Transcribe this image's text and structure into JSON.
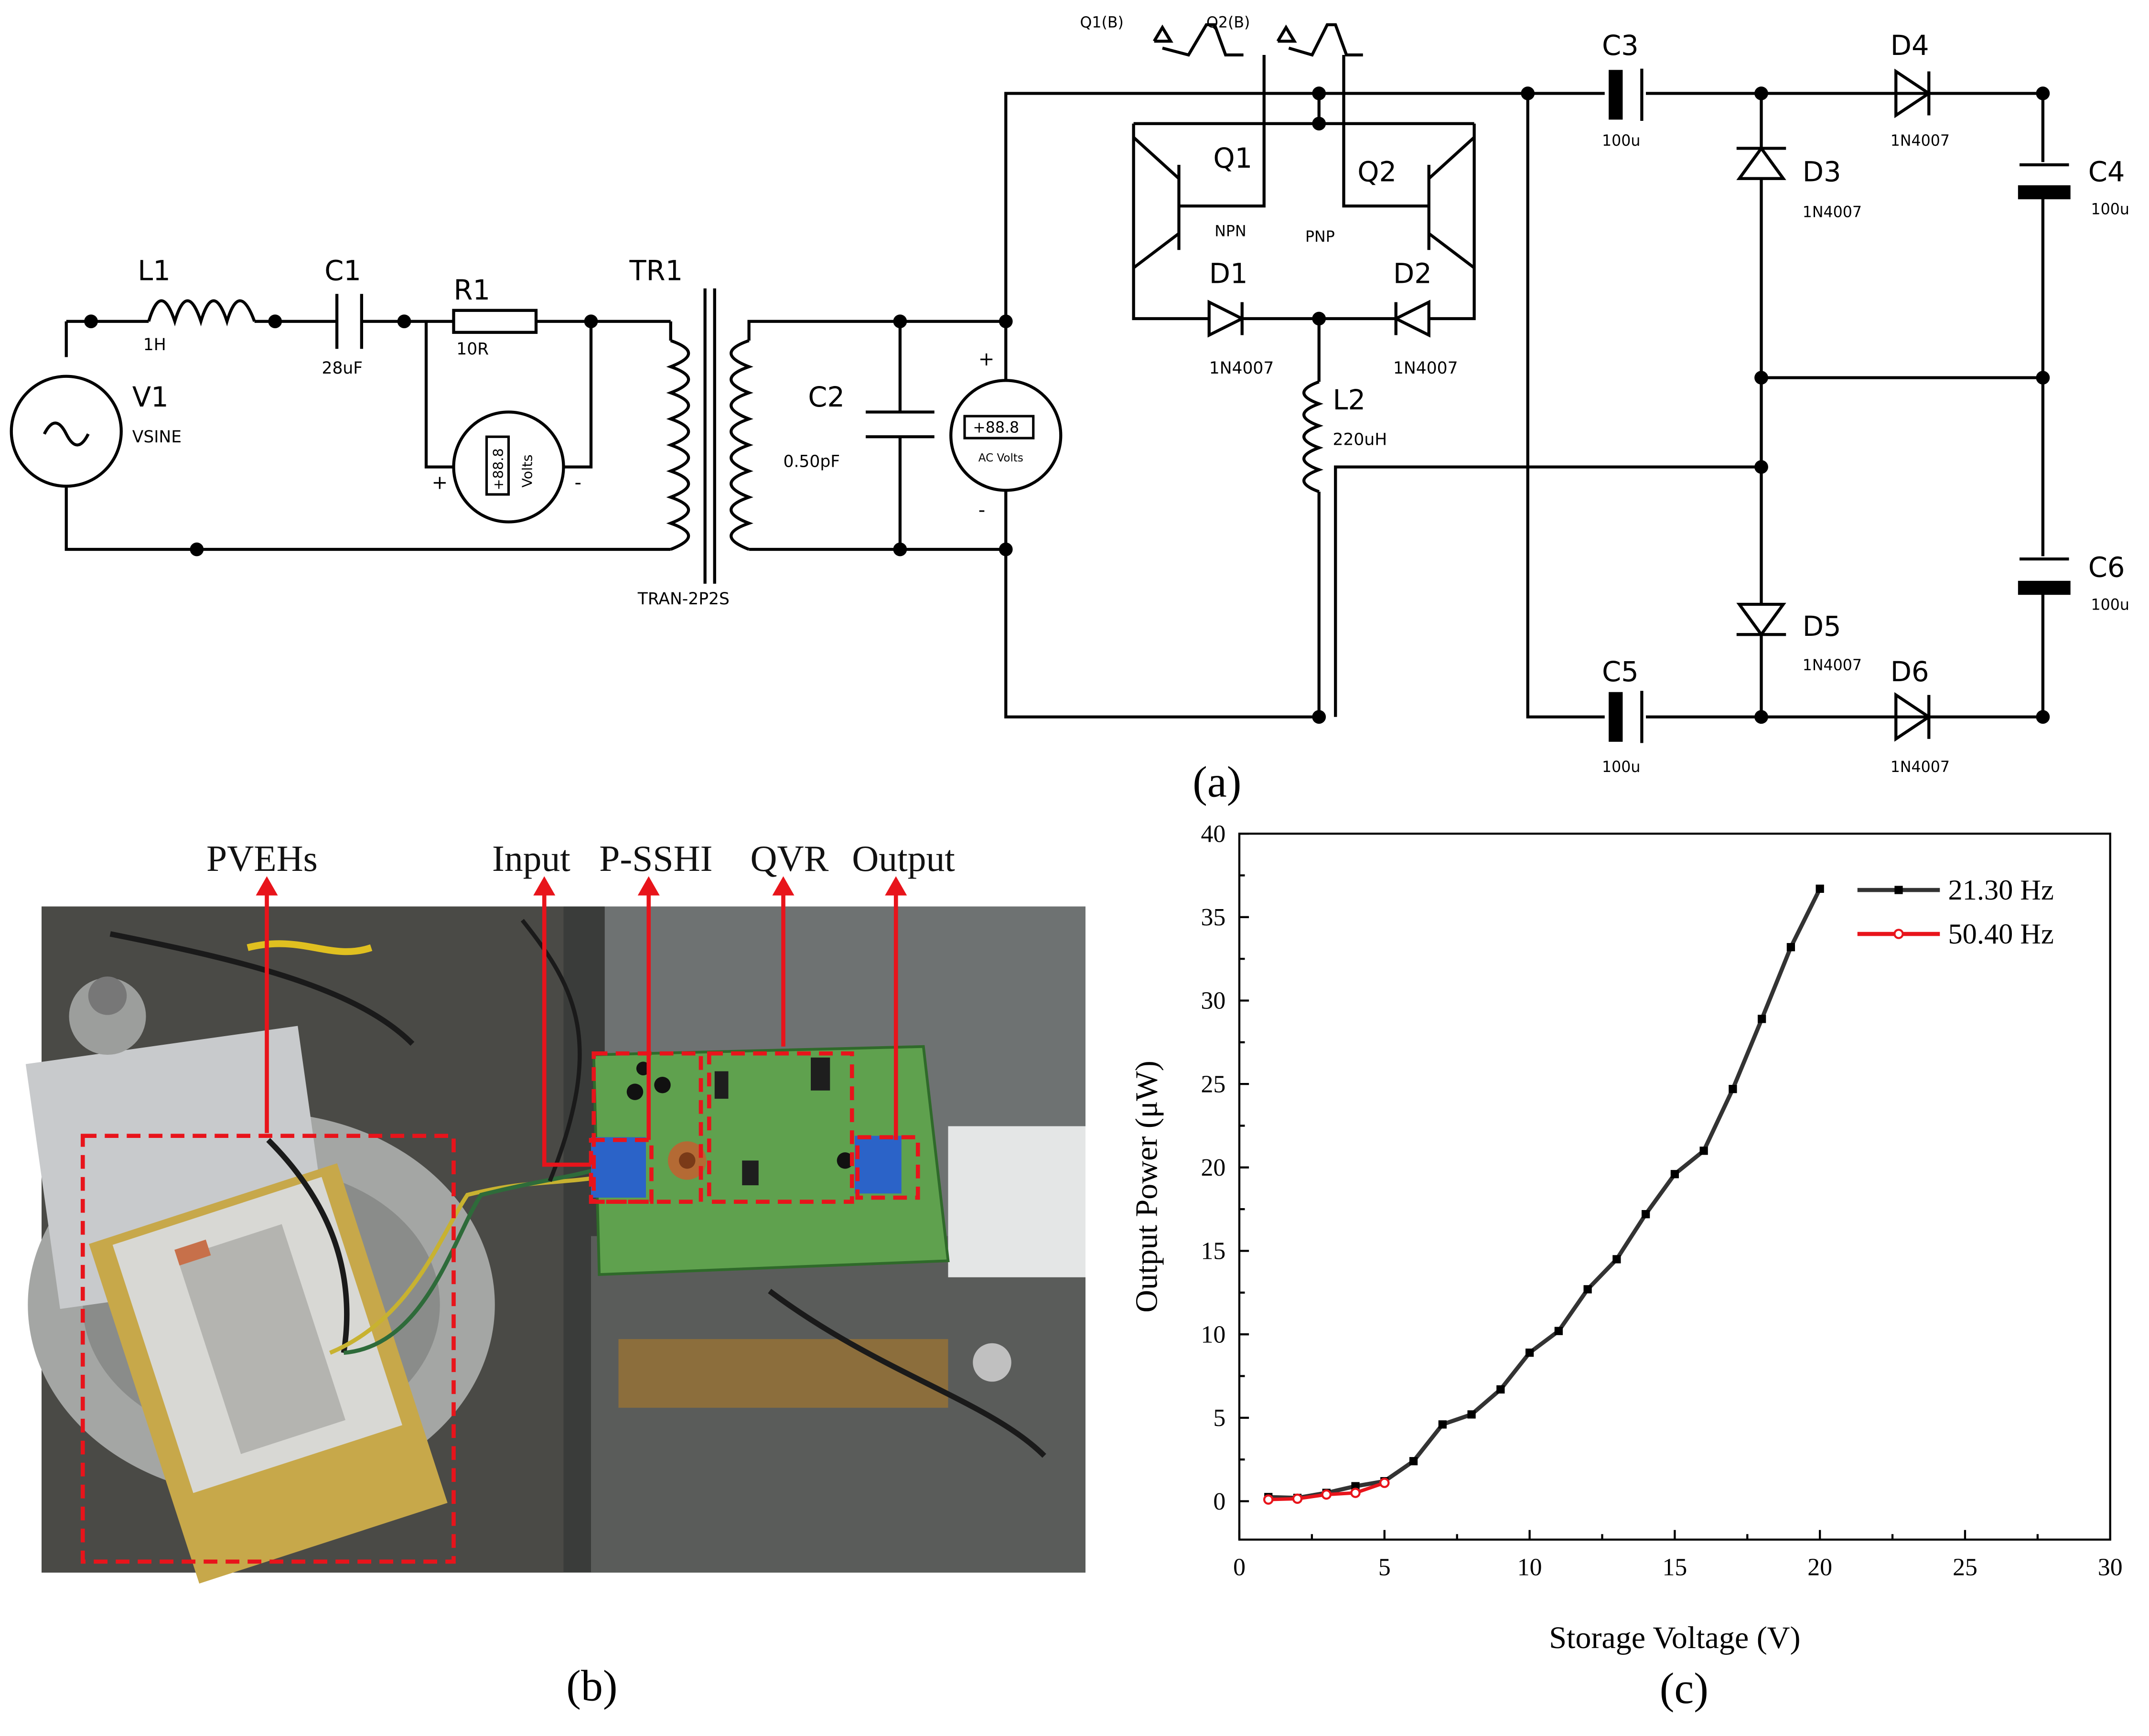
{
  "panel_a": {
    "caption": "(a)",
    "components": {
      "v1": {
        "ref": "V1",
        "value": "VSINE"
      },
      "l1": {
        "ref": "L1",
        "value": "1H"
      },
      "c1": {
        "ref": "C1",
        "value": "28uF"
      },
      "r1": {
        "ref": "R1",
        "value": "10R"
      },
      "meter1": {
        "display": "+88.8",
        "unit": "Volts",
        "plus": "+",
        "minus": "-"
      },
      "tr1": {
        "ref": "TR1",
        "value": "TRAN-2P2S"
      },
      "c2": {
        "ref": "C2",
        "value": "0.50pF"
      },
      "meter2": {
        "display": "+88.8",
        "unit": "AC Volts",
        "plus": "+",
        "minus": "-"
      },
      "q1": {
        "ref": "Q1",
        "type": "NPN",
        "base_probe": "Q1(B)"
      },
      "q2": {
        "ref": "Q2",
        "type": "PNP",
        "base_probe": "Q2(B)"
      },
      "d1": {
        "ref": "D1",
        "value": "1N4007"
      },
      "d2": {
        "ref": "D2",
        "value": "1N4007"
      },
      "l2": {
        "ref": "L2",
        "value": "220uH"
      },
      "c3": {
        "ref": "C3",
        "value": "100u"
      },
      "c4": {
        "ref": "C4",
        "value": "100u"
      },
      "c5": {
        "ref": "C5",
        "value": "100u"
      },
      "c6": {
        "ref": "C6",
        "value": "100u"
      },
      "d3": {
        "ref": "D3",
        "value": "1N4007"
      },
      "d4": {
        "ref": "D4",
        "value": "1N4007"
      },
      "d5": {
        "ref": "D5",
        "value": "1N4007"
      },
      "d6": {
        "ref": "D6",
        "value": "1N4007"
      }
    }
  },
  "panel_b": {
    "caption": "(b)",
    "labels": [
      "PVEHs",
      "Input",
      "P-SSHI",
      "QVR",
      "Output"
    ]
  },
  "panel_c": {
    "caption": "(c)",
    "xlabel": "Storage Voltage (V)",
    "ylabel": "Output Power (μW)",
    "xticks": [
      "0",
      "5",
      "10",
      "15",
      "20",
      "25",
      "30"
    ],
    "yticks": [
      "0",
      "5",
      "10",
      "15",
      "20",
      "25",
      "30",
      "35",
      "40"
    ]
  },
  "chart_data": {
    "type": "line",
    "xlabel": "Storage Voltage (V)",
    "ylabel": "Output Power (μW)",
    "xlim": [
      0,
      30
    ],
    "ylim": [
      -2.3,
      40
    ],
    "legend_position": "top-right",
    "grid": false,
    "series": [
      {
        "name": "21.30 Hz",
        "color": "#333333",
        "marker": "square",
        "x": [
          1,
          2,
          3,
          4,
          5,
          6,
          7,
          8,
          9,
          10,
          11,
          12,
          13,
          14,
          15,
          16,
          17,
          18,
          19,
          20
        ],
        "y": [
          0.25,
          0.2,
          0.5,
          0.9,
          1.2,
          2.4,
          4.6,
          5.2,
          6.7,
          8.9,
          10.2,
          12.7,
          14.5,
          17.2,
          19.6,
          21.0,
          24.7,
          28.9,
          33.2,
          36.7
        ]
      },
      {
        "name": "50.40 Hz",
        "color": "#e8141b",
        "marker": "circle",
        "x": [
          1,
          2,
          3,
          4,
          5
        ],
        "y": [
          0.1,
          0.15,
          0.4,
          0.5,
          1.1
        ]
      }
    ]
  }
}
